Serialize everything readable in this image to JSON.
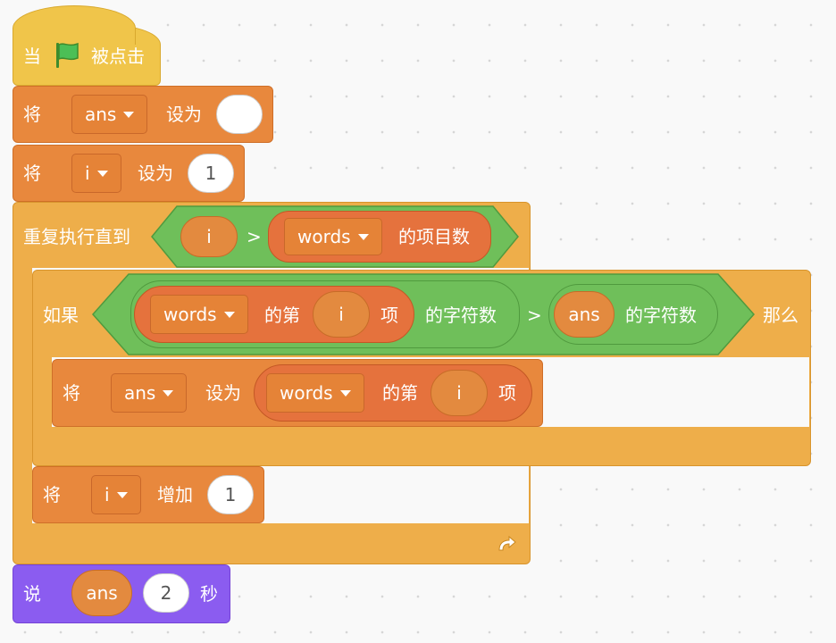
{
  "blocks": {
    "hat": {
      "when": "当",
      "clicked": "被点击"
    },
    "set_ans": {
      "verb": "将",
      "var": "ans",
      "op": "设为",
      "value": ""
    },
    "set_i": {
      "verb": "将",
      "var": "i",
      "op": "设为",
      "value": "1"
    },
    "repeat": {
      "label": "重复执行直到",
      "left": "i",
      "op": ">",
      "list": "words",
      "suffix": "的项目数"
    },
    "if": {
      "label": "如果",
      "list": "words",
      "item_of": "的第",
      "index": "i",
      "item": "项",
      "length_of": "的字符数",
      "op": ">",
      "right_var": "ans",
      "right_length": "的字符数",
      "then": "那么"
    },
    "set_ans_inner": {
      "verb": "将",
      "var": "ans",
      "op": "设为",
      "list": "words",
      "item_of": "的第",
      "index": "i",
      "item": "项"
    },
    "change_i": {
      "verb": "将",
      "var": "i",
      "op": "增加",
      "value": "1"
    },
    "say": {
      "verb": "说",
      "var": "ans",
      "secs": "2",
      "unit": "秒"
    }
  },
  "colors": {
    "events": "#f0c54a",
    "variables": "#e8883d",
    "lists": "#e5723d",
    "control": "#eeae4a",
    "operators": "#6fbf5a",
    "looks": "#8b5cf0"
  },
  "icons": {
    "flag": "green-flag-icon",
    "loop": "loop-arrow-icon"
  }
}
